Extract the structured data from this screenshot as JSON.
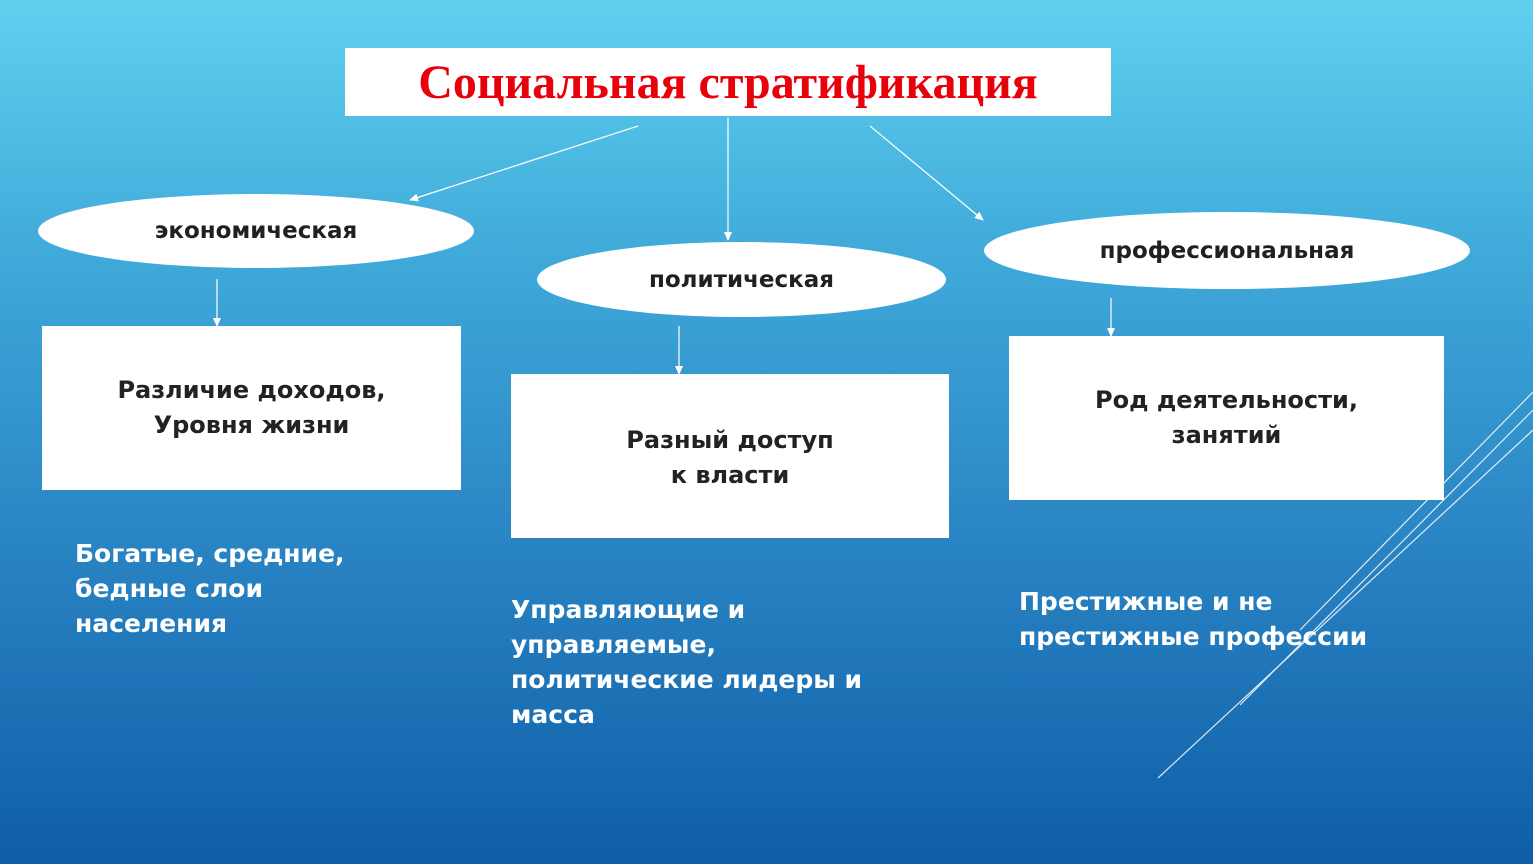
{
  "title": "Социальная стратификация",
  "branches": [
    {
      "category": "экономическая",
      "criterion": "Различие доходов,\nУровня жизни",
      "example": "Богатые, средние,\nбедные слои\nнаселения"
    },
    {
      "category": "политическая",
      "criterion": "Разный доступ\nк власти",
      "example": "Управляющие и\nуправляемые,\nполитические лидеры и\nмасса"
    },
    {
      "category": "профессиональная",
      "criterion": "Род деятельности,\nзанятий",
      "example": "Престижные и не\nпрестижные профессии"
    }
  ],
  "colors": {
    "title_text": "#e8000b",
    "background_top": "#5fd1ef",
    "background_bottom": "#0f5ea7",
    "box_fill": "#ffffff",
    "connector": "#ffffff"
  }
}
